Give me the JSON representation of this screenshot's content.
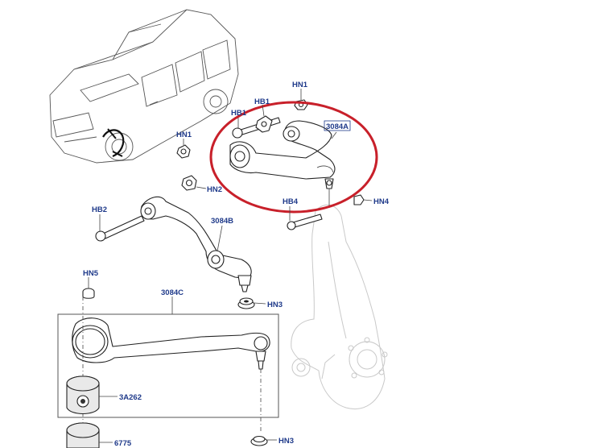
{
  "labels": {
    "hn1_top": "HN1",
    "hb1_a": "HB1",
    "hb1_b": "HB1",
    "arm_upper": "3084A",
    "hn1_left": "HN1",
    "hn2": "HN2",
    "hb4": "HB4",
    "hn4": "HN4",
    "hb2": "HB2",
    "arm_lower": "3084B",
    "hn5": "HN5",
    "arm_front": "3084C",
    "hn3_mid": "HN3",
    "bush_a": "3A262",
    "bush_b": "6775",
    "hn3_bottom": "HN3"
  },
  "colors": {
    "highlight": "#c8202a",
    "label": "#1f3a8a"
  }
}
